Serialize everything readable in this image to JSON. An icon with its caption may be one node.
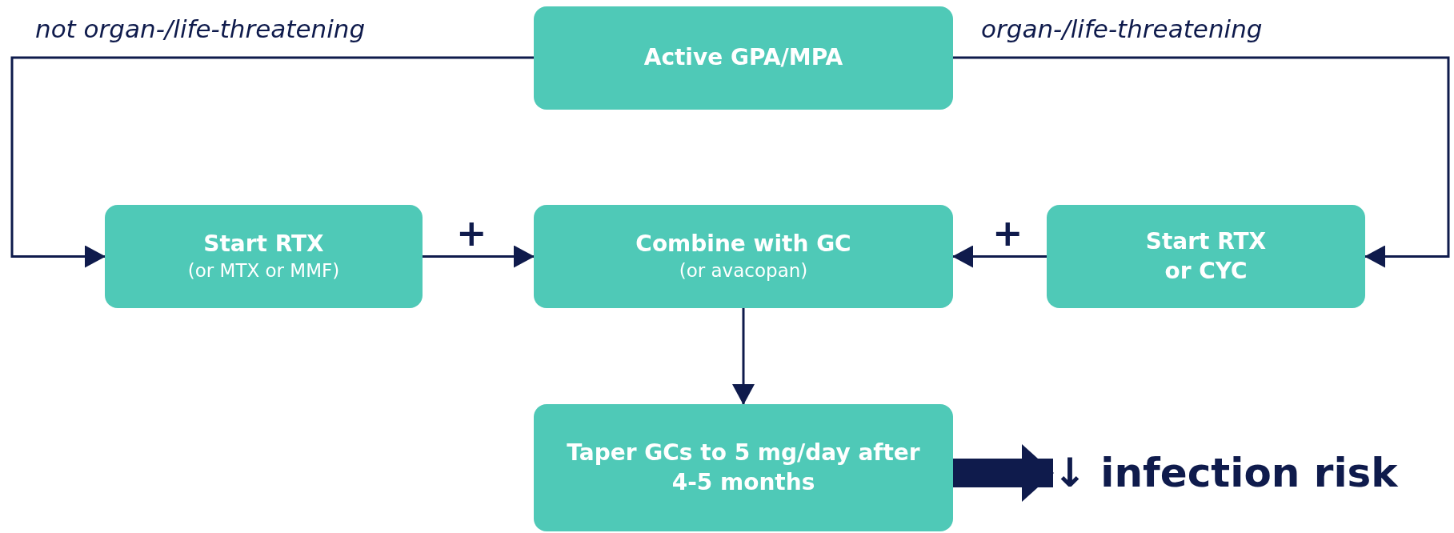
{
  "diagram": {
    "nodes": [
      {
        "text": [
          "Active GPA/MPA"
        ]
      },
      {
        "text": [
          "Start RTX",
          "(or MTX or MMF)"
        ]
      },
      {
        "text": [
          "Combine with GC",
          "(or avacopan)"
        ]
      },
      {
        "text": [
          "Start RTX or CYC"
        ]
      },
      {
        "text": [
          "Taper GCs to 5 mg/day after 4-5 months"
        ]
      },
      {
        "text": [
          "↓ infection risk"
        ]
      }
    ],
    "edges": [
      {
        "from": 0,
        "to": 1,
        "arrow": "to",
        "label": "not organ-/life-threatening"
      },
      {
        "from": 0,
        "to": 3,
        "arrow": "to",
        "label": "organ-/life-threatening"
      },
      {
        "from": 1,
        "to": 2,
        "arrow": "to",
        "label": "+"
      },
      {
        "from": 3,
        "to": 2,
        "arrow": "to",
        "label": "+"
      },
      {
        "from": 2,
        "to": 4,
        "arrow": "to"
      },
      {
        "from": 4,
        "to": 5,
        "arrow": "to",
        "style": "thick"
      }
    ]
  }
}
